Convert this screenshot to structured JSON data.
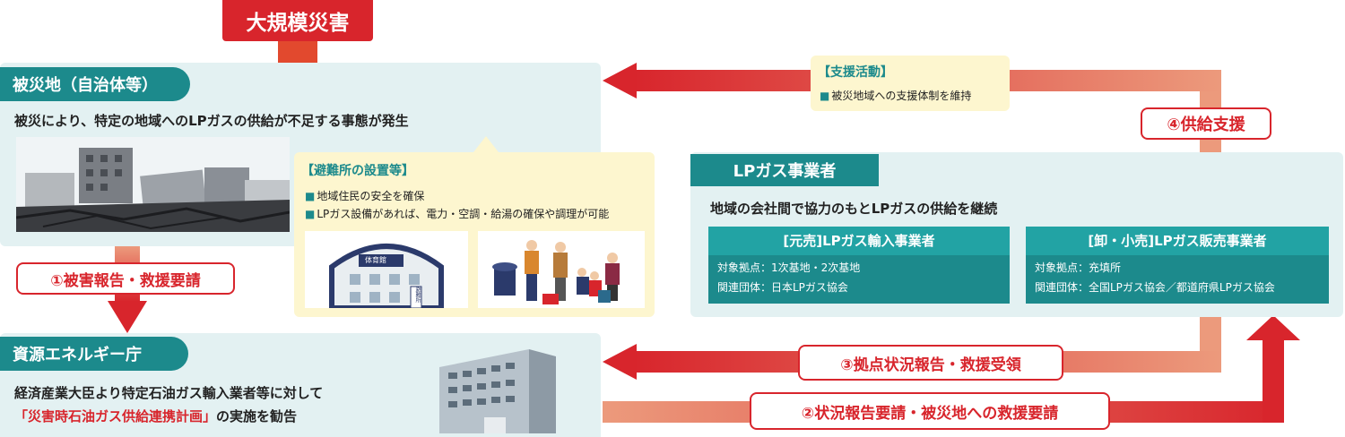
{
  "disaster_label": "大規模災害",
  "victim": {
    "tag": "被災地（自治体等）",
    "description": "被災により、特定の地域へのLPガスの供給が不足する事態が発生"
  },
  "shelter": {
    "title": "【避難所の設置等】",
    "items": [
      "地域住民の安全を確保",
      "LPガス設備があれば、電力・空調・給湯の確保や調理が可能"
    ],
    "building_sign": "体育館",
    "building_side_sign": "避難所"
  },
  "support": {
    "title": "【支援活動】",
    "item": "被災地域への支援体制を維持"
  },
  "lp_operator": {
    "tag": "LPガス事業者",
    "description": "地域の会社間で協力のもとLPガスの供給を継続",
    "importer": {
      "title": "[元売]LPガス輸入事業者",
      "base": "対象拠点：1次基地・2次基地",
      "org": "関連団体：日本LPガス協会"
    },
    "retailer": {
      "title": "[卸・小売]LPガス販売事業者",
      "base": "対象拠点：充填所",
      "org": "関連団体：全国LPガス協会／都道府県LPガス協会"
    }
  },
  "agency": {
    "tag": "資源エネルギー庁",
    "line1": "経済産業大臣より特定石油ガス輸入業者等に対して",
    "line2_red": "「災害時石油ガス供給連携計画」",
    "line2_rest": "の実施を勧告"
  },
  "steps": {
    "s1": "①被害報告・救援要請",
    "s2": "②状況報告要請・被災地への救援要請",
    "s3": "③拠点状況報告・救援受領",
    "s4": "④供給支援"
  },
  "colors": {
    "red": "#d8252c",
    "teal": "#1c8a8c",
    "salmon": "#e89878",
    "panel": "#e3f1f2",
    "yellow": "#fdf6cf"
  }
}
